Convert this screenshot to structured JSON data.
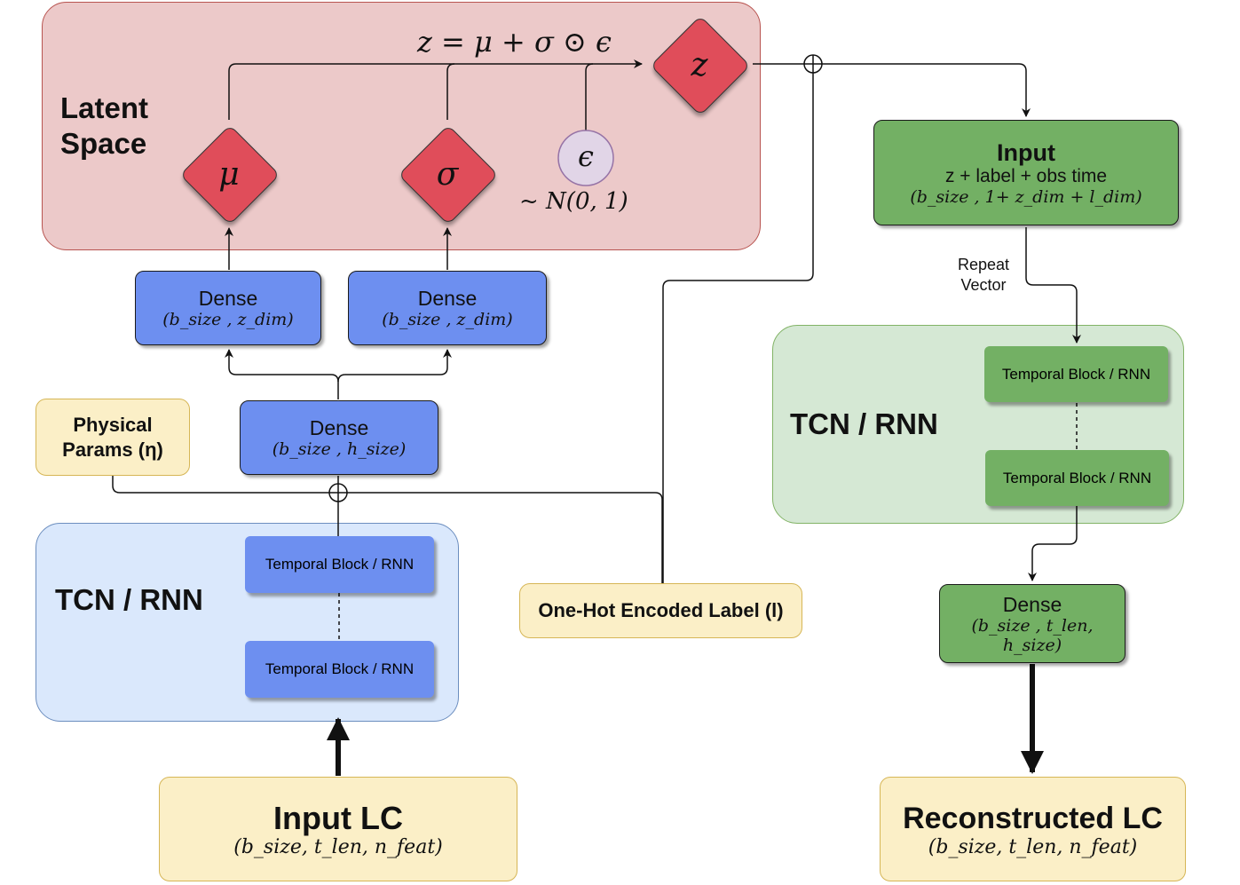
{
  "latent": {
    "title_line1": "Latent",
    "title_line2": "Space",
    "equation": "z = μ + σ ⊙ ϵ",
    "mu_symbol": "μ",
    "sigma_symbol": "σ",
    "z_symbol": "z",
    "epsilon_symbol": "ϵ",
    "epsilon_dist": "~ N(0, 1)"
  },
  "encoder": {
    "dense_mu": {
      "title": "Dense",
      "shape": "(b_size , z_dim)"
    },
    "dense_sigma": {
      "title": "Dense",
      "shape": "(b_size , z_dim)"
    },
    "dense_hidden": {
      "title": "Dense",
      "shape": "(b_size , h_size)"
    },
    "physical_params_line1": "Physical",
    "physical_params_line2": "Params (η)",
    "tcn_title": "TCN / RNN",
    "block_top": "Temporal Block / RNN",
    "block_bottom": "Temporal Block / RNN",
    "input_title": "Input LC",
    "input_shape": "(b_size, t_len, n_feat)"
  },
  "label_box": "One-Hot Encoded Label (l)",
  "decoder": {
    "input_title": "Input",
    "input_subtitle": "z + label + obs time",
    "input_shape": "(b_size , 1+ z_dim + l_dim)",
    "repeat_line1": "Repeat",
    "repeat_line2": "Vector",
    "tcn_title": "TCN / RNN",
    "block_top": "Temporal Block / RNN",
    "block_bottom": "Temporal Block / RNN",
    "dense_title": "Dense",
    "dense_shape": "(b_size , t_len, h_size)",
    "output_title": "Reconstructed LC",
    "output_shape": "(b_size, t_len, n_feat)"
  }
}
